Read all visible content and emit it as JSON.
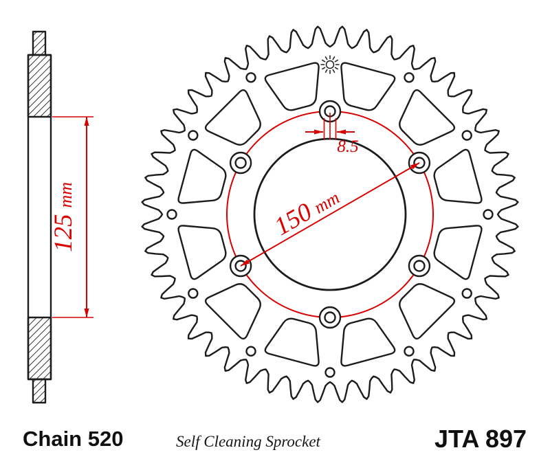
{
  "page": {
    "background": "#ffffff"
  },
  "drawing": {
    "type": "technical-diagram",
    "subject": "motorcycle rear sprocket, side view and front view",
    "colors": {
      "line": "#1c1c1c",
      "dimension": "#d80000",
      "background": "#ffffff"
    },
    "dimensions": {
      "bolt_circle_diameter": {
        "value": "150",
        "unit": "mm"
      },
      "bolt_hole_diameter": {
        "value": "8.5",
        "unit": ""
      },
      "hub_width": {
        "value": "125",
        "unit": "mm"
      }
    },
    "footer": {
      "chain_label": "Chain 520",
      "subtitle": "Self Cleaning Sprocket",
      "part_number": "JTA 897"
    },
    "icons": {
      "sun_logo": "jt-sun-logo"
    },
    "counts": {
      "bolt_holes": 6,
      "lightening_slots": 12
    }
  }
}
